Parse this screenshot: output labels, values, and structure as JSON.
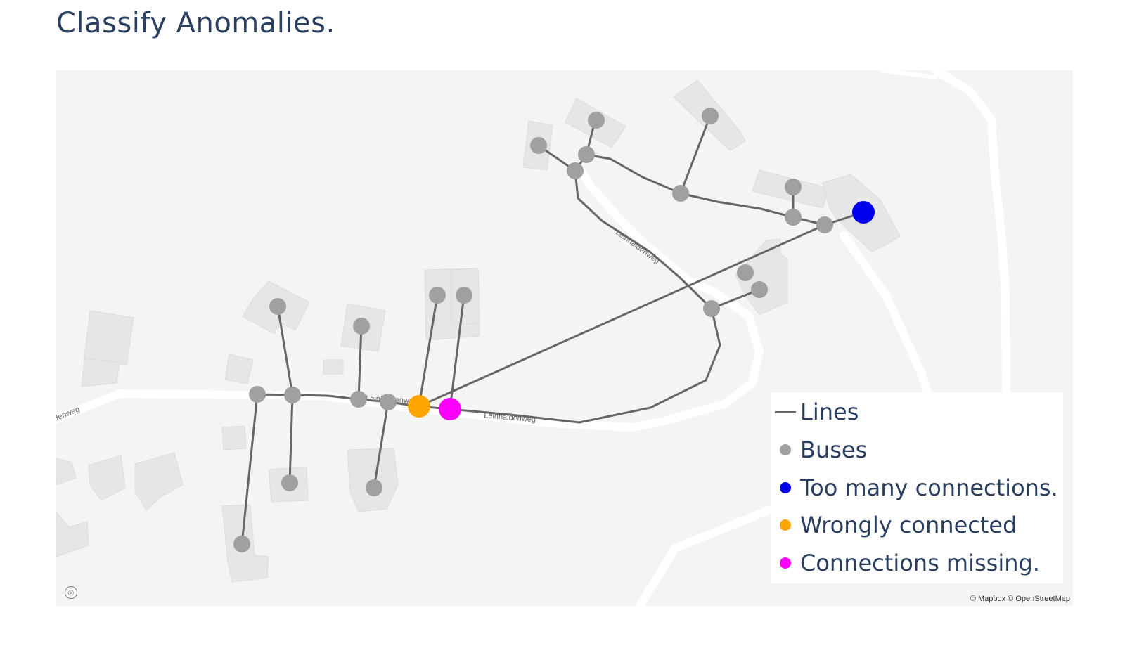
{
  "title": "Classify Anomalies.",
  "map": {
    "street_labels": [
      "Leinhaldenweg",
      "Leinhaldenweg",
      "Leinhaldenweg",
      "ldenweg"
    ],
    "attribution": "© Mapbox © OpenStreetMap",
    "logo_icon": "mapbox-logo-icon"
  },
  "legend": {
    "items": [
      {
        "label": "Lines",
        "symbol": "line",
        "color": "#666666"
      },
      {
        "label": "Buses",
        "symbol": "dot",
        "color": "#a0a0a0"
      },
      {
        "label": "Too many connections.",
        "symbol": "dot",
        "color": "#0000ee"
      },
      {
        "label": "Wrongly connected",
        "symbol": "dot",
        "color": "#ffa500"
      },
      {
        "label": "Connections missing.",
        "symbol": "dot",
        "color": "#ff00ff"
      }
    ]
  },
  "colors": {
    "line": "#666666",
    "bus": "#a0a0a0",
    "too_many": "#0000ee",
    "wrongly": "#ffa500",
    "missing": "#ff00ff",
    "map_bg": "#f4f4f3",
    "building": "#e6e6e6",
    "road": "#ffffff"
  }
}
